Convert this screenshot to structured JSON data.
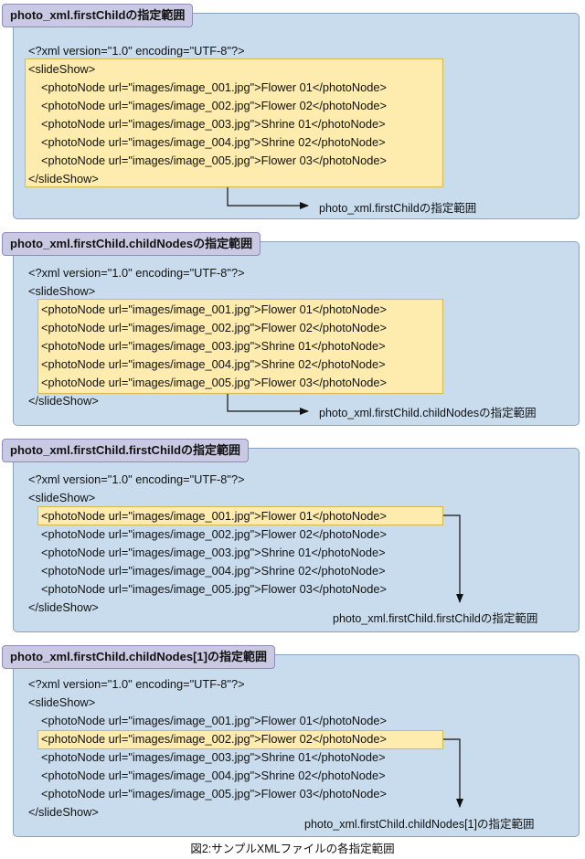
{
  "xml": {
    "declaration": "<?xml version=\"1.0\" encoding=\"UTF-8\"?>",
    "open": "<slideShow>",
    "close": "</slideShow>",
    "nodes": [
      "<photoNode url=\"images/image_001.jpg\">Flower 01</photoNode>",
      "<photoNode url=\"images/image_002.jpg\">Flower 02</photoNode>",
      "<photoNode url=\"images/image_003.jpg\">Shrine 01</photoNode>",
      "<photoNode url=\"images/image_004.jpg\">Shrine 02</photoNode>",
      "<photoNode url=\"images/image_005.jpg\">Flower 03</photoNode>"
    ]
  },
  "panels": [
    {
      "title": "photo_xml.firstChildの指定範囲",
      "label": "photo_xml.firstChildの指定範囲"
    },
    {
      "title": "photo_xml.firstChild.childNodesの指定範囲",
      "label": "photo_xml.firstChild.childNodesの指定範囲"
    },
    {
      "title": "photo_xml.firstChild.firstChildの指定範囲",
      "label": "photo_xml.firstChild.firstChildの指定範囲"
    },
    {
      "title": "photo_xml.firstChild.childNodes[1]の指定範囲",
      "label": "photo_xml.firstChild.childNodes[1]の指定範囲"
    }
  ],
  "caption": "図2:サンプルXMLファイルの各指定範囲"
}
